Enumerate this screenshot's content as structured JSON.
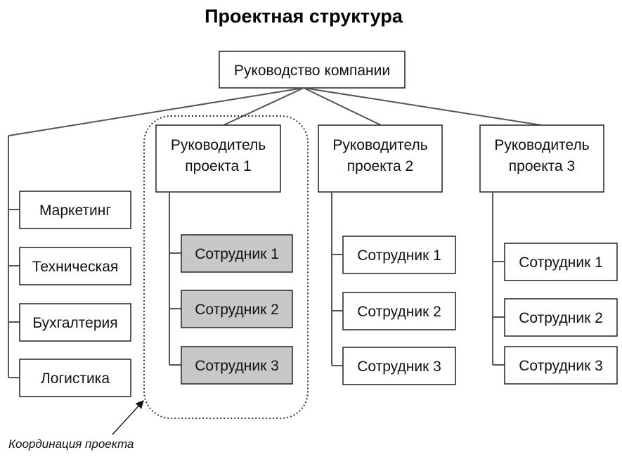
{
  "title": "Проектная структура",
  "top": {
    "label": "Руководство компании"
  },
  "departments": [
    {
      "label": "Маркетинг"
    },
    {
      "label": "Техническая"
    },
    {
      "label": "Бухгалтерия"
    },
    {
      "label": "Логистика"
    }
  ],
  "project_managers": [
    {
      "label_lines": [
        "Руководитель",
        "проекта 1"
      ],
      "highlighted": true,
      "employees": [
        "Сотрудник 1",
        "Сотрудник 2",
        "Сотрудник 3"
      ]
    },
    {
      "label_lines": [
        "Руководитель",
        "проекта 2"
      ],
      "highlighted": false,
      "employees": [
        "Сотрудник 1",
        "Сотрудник 2",
        "Сотрудник 3"
      ]
    },
    {
      "label_lines": [
        "Руководитель",
        "проекта 3"
      ],
      "highlighted": false,
      "employees": [
        "Сотрудник 1",
        "Сотрудник 2",
        "Сотрудник 3"
      ]
    }
  ],
  "annotation": {
    "label": "Координация проекта"
  },
  "colors": {
    "highlight_fill": "#c8c8c8",
    "line": "#555555",
    "box_border": "#222222"
  }
}
